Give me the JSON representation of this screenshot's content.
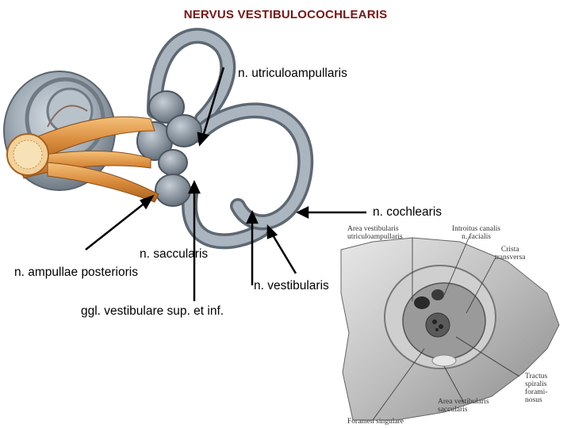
{
  "title": "NERVUS VESTIBULOCOCHLEARIS",
  "labels": {
    "utriculoampullaris": "n. utriculoampullaris",
    "cochlearis": "n. cochlearis",
    "saccularis": "n. saccularis",
    "ampullae_posterioris": "n. ampullae posterioris",
    "vestibularis": "n. vestibularis",
    "ggl_vestibulare": "ggl. vestibulare sup. et inf."
  },
  "inset_labels": {
    "area_vestibularis_utriculo_1": "Area vestibularis",
    "area_vestibularis_utriculo_2": "utriculoampullaris",
    "introitus_1": "Introitus canalis",
    "introitus_2": "n. facialis",
    "crista_1": "Crista",
    "crista_2": "transversa",
    "tractus_1": "Tractus",
    "tractus_2": "spiralis",
    "tractus_3": "forami-",
    "tractus_4": "nosus",
    "area_vestibularis_sacc_1": "Area vestibularis",
    "area_vestibularis_sacc_2": "saccularis",
    "foramen_singulare": "Foramen singulare"
  },
  "colors": {
    "title": "#7a1414",
    "bone": "#8f9aa4",
    "nerve": "#d98a3a"
  }
}
